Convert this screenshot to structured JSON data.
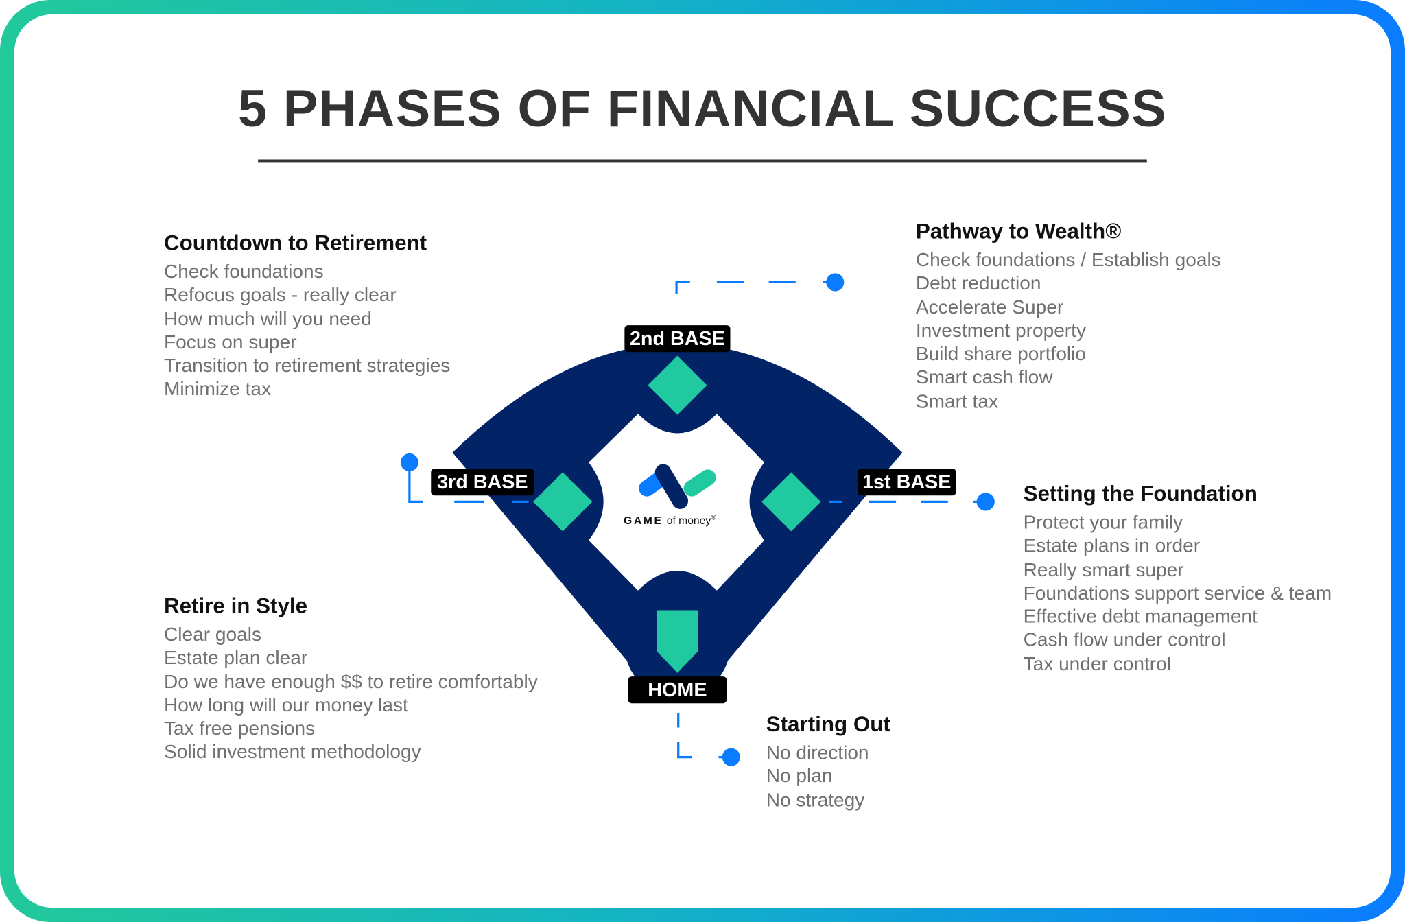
{
  "title": "5 PHASES OF FINANCIAL SUCCESS",
  "colors": {
    "navy": "#022366",
    "teal": "#21c9a0",
    "blue": "#0a7cff",
    "text_gray": "#707070"
  },
  "bases": {
    "second": "2nd BASE",
    "third": "3rd BASE",
    "first": "1st BASE",
    "home": "HOME"
  },
  "logo": {
    "game": "GAME",
    "of_money": "of money",
    "reg": "®"
  },
  "phases": {
    "countdown": {
      "heading": "Countdown to Retirement",
      "items": [
        "Check foundations",
        "Refocus goals - really clear",
        "How much will you need",
        "Focus on super",
        "Transition to retirement strategies",
        "Minimize tax"
      ]
    },
    "pathway": {
      "heading": "Pathway to Wealth®",
      "items": [
        "Check foundations / Establish goals",
        "Debt reduction",
        "Accelerate Super",
        "Investment property",
        "Build share portfolio",
        "Smart cash flow",
        "Smart tax"
      ]
    },
    "foundation": {
      "heading": "Setting the Foundation",
      "items": [
        "Protect your family",
        "Estate plans in order",
        "Really smart super",
        "Foundations support service & team",
        "Effective debt management",
        "Cash flow under control",
        "Tax under control"
      ]
    },
    "retire": {
      "heading": "Retire in Style",
      "items": [
        "Clear goals",
        "Estate plan clear",
        "Do we have enough $$ to retire comfortably",
        "How long will our money last",
        "Tax free pensions",
        "Solid investment methodology"
      ]
    },
    "starting": {
      "heading": "Starting Out",
      "items": [
        "No direction",
        "No plan",
        "No strategy"
      ]
    }
  }
}
